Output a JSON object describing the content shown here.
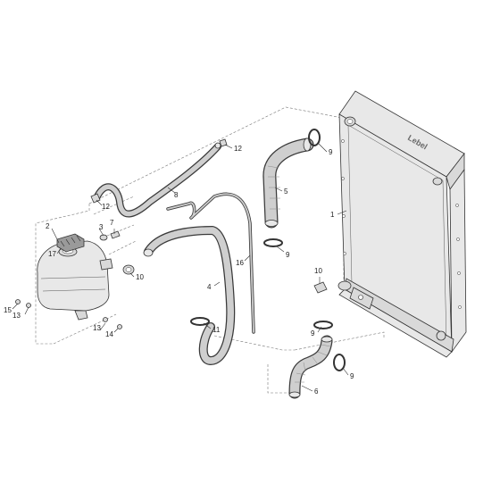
{
  "radiator": {
    "embossed_label": "Lebel"
  },
  "callouts": {
    "c1": "1",
    "c2": "2",
    "c3": "3",
    "c4": "4",
    "c5": "5",
    "c6": "6",
    "c7": "7",
    "c8": "8",
    "c9a": "9",
    "c9b": "9",
    "c9c": "9",
    "c9d": "9",
    "c10a": "10",
    "c10b": "10",
    "c11": "11",
    "c12a": "12",
    "c12b": "12",
    "c13a": "13",
    "c13b": "13",
    "c14": "14",
    "c15": "15",
    "c16": "16",
    "c17": "17"
  }
}
